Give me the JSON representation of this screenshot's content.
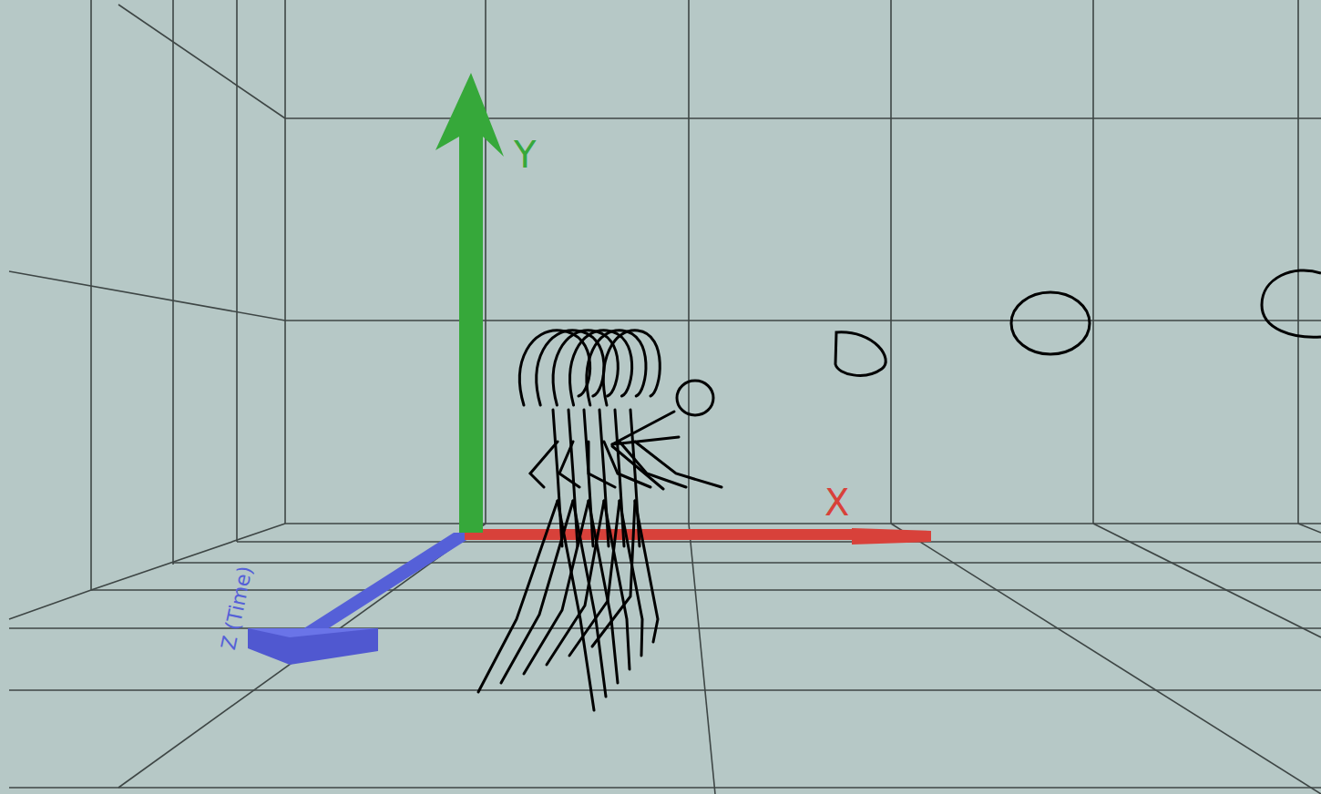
{
  "diagram": {
    "labels": [
      "Y",
      "X",
      "Z (Time)"
    ]
  }
}
